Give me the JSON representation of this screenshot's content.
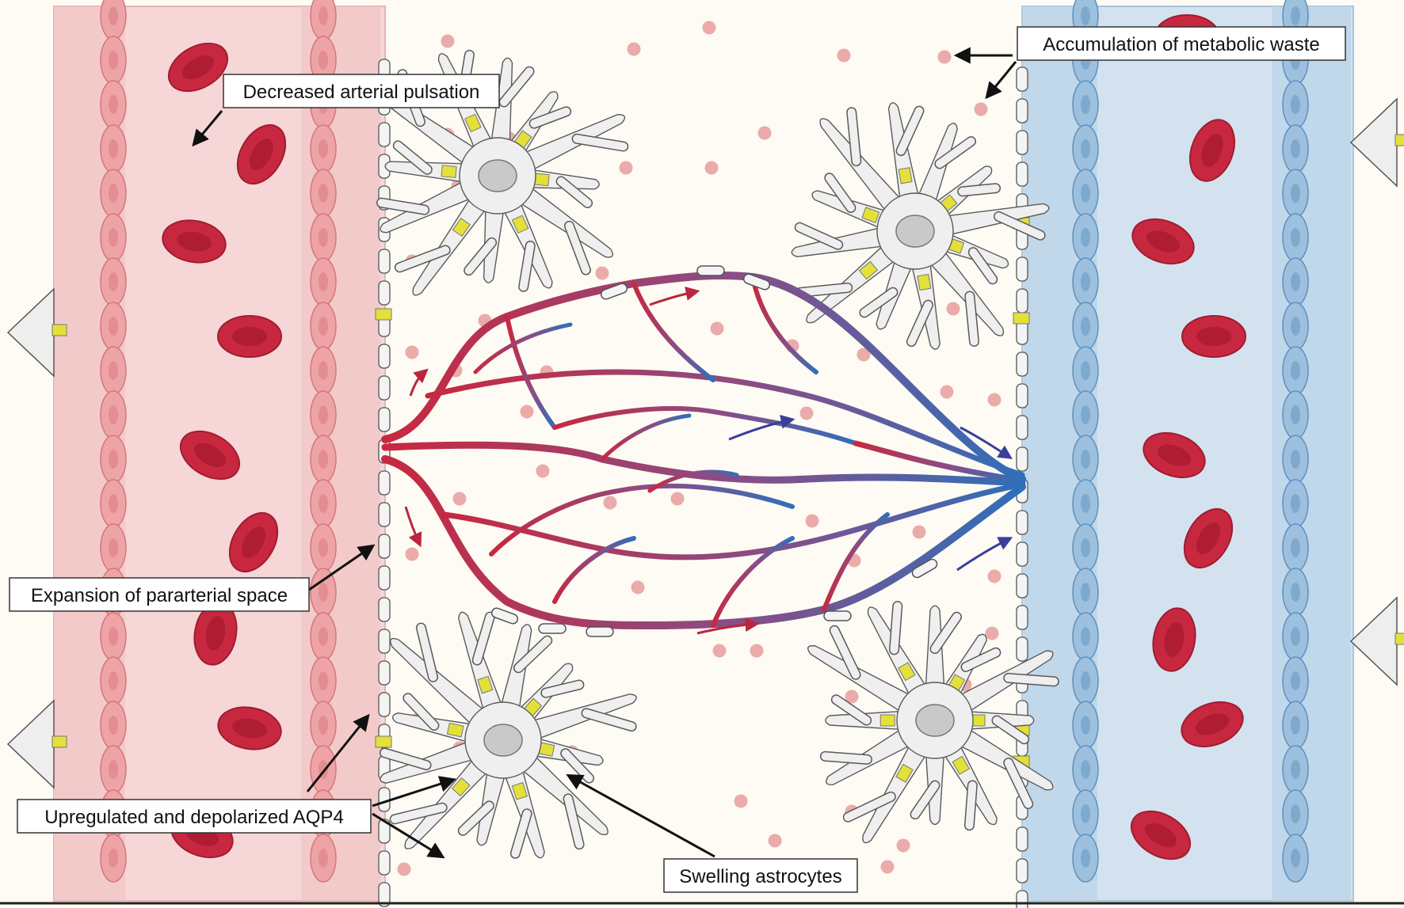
{
  "labels": {
    "decreased_pulsation": "Decreased arterial pulsation",
    "metabolic_waste": "Accumulation of metabolic waste",
    "pararterial_space": "Expansion of pararterial space",
    "aqp4": "Upregulated and depolarized AQP4",
    "swelling_astrocytes": "Swelling astrocytes"
  },
  "icons": {
    "artery": "artery-vessel",
    "vein": "vein-vessel",
    "rbc": "red-blood-cell-icon",
    "astrocyte": "astrocyte-icon",
    "aqp4": "aqp4-channel-icon",
    "waste": "waste-particle-icon",
    "capillary": "capillary-network"
  },
  "colors": {
    "background": "#fdfbf3",
    "artery_fill": "#f6d7d7",
    "artery_wall": "#e58c8f",
    "rbc": "#c8283f",
    "vein_fill": "#d3e2f0",
    "vein_wall": "#7eaed3",
    "capillary_start": "#c8283f",
    "capillary_end": "#3a6fb5",
    "waste": "#e8a2a2",
    "astrocyte": "#eeeeee",
    "aqp4": "#e3e03a"
  }
}
